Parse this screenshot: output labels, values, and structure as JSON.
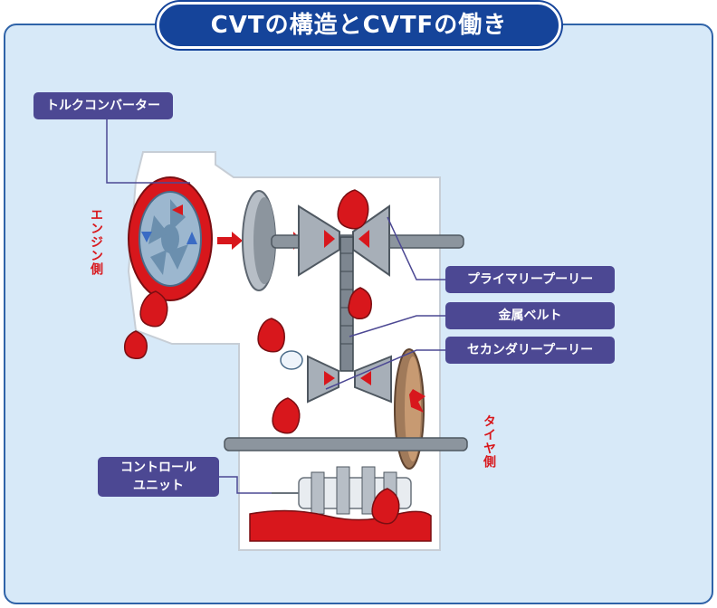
{
  "title": "CVTの構造とCVTFの働き",
  "labels": {
    "torque_converter": "トルクコンバーター",
    "primary_pulley": "プライマリープーリー",
    "metal_belt": "金属ベルト",
    "secondary_pulley": "セカンダリープーリー",
    "control_unit_line1": "コントロール",
    "control_unit_line2": "ユニット",
    "engine_side": "エンジン側",
    "tire_side": "タイヤ側"
  },
  "colors": {
    "title_bg": "#15449a",
    "tag_bg": "#4c4893",
    "panel_bg": "#d7e9f8",
    "fluid_red": "#d8171c",
    "metal_gray": "#9aa3ad"
  }
}
